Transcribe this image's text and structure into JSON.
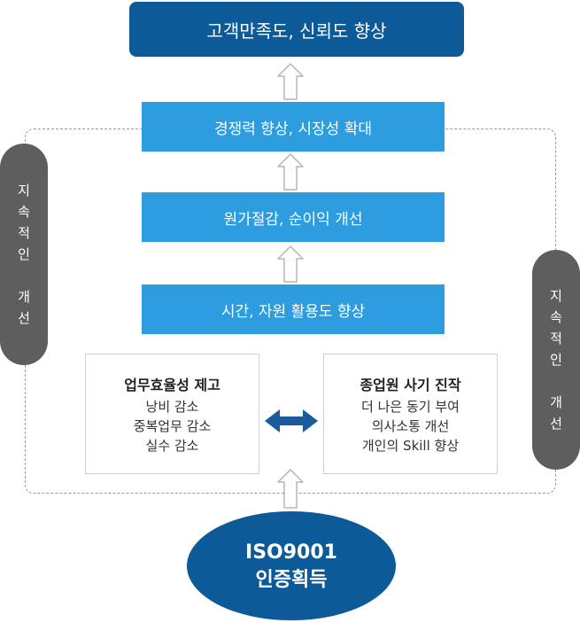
{
  "top_goal": "고객만족도, 신뢰도 향상",
  "steps": {
    "competitiveness": "경쟁력 향상, 시장성 확대",
    "cost": "원가절감, 순이익 개선",
    "time": "시간, 자원 활용도 향상"
  },
  "side_label": {
    "line1": [
      "지",
      "속",
      "적",
      "인"
    ],
    "line2": [
      "개",
      "선"
    ]
  },
  "efficiency_box": {
    "title": "업무효율성 제고",
    "items": [
      "낭비 감소",
      "중복업무 감소",
      "실수 감소"
    ]
  },
  "morale_box": {
    "title": "종업원 사기 진작",
    "items": [
      "더 나은 동기 부여",
      "의사소통 개선",
      "개인의 Skill 향상"
    ]
  },
  "iso": {
    "line1": "ISO9001",
    "line2": "인증획득"
  },
  "colors": {
    "dark_blue": "#0d5a98",
    "light_blue": "#2d9de0",
    "pill_gray": "#5e5e5e",
    "dash_gray": "#9a9a9a"
  }
}
